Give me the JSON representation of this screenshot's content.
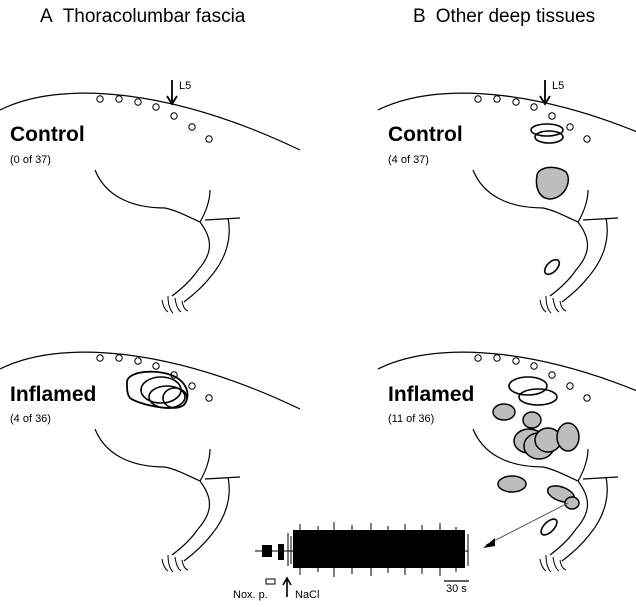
{
  "panels": {
    "a": {
      "letter": "A",
      "title": "Thoracolumbar fascia"
    },
    "b": {
      "letter": "B",
      "title": "Other deep tissues"
    }
  },
  "conditions": {
    "control_label": "Control",
    "inflamed_label": "Inflamed",
    "a_control_count": "(0 of 37)",
    "a_inflamed_count": "(4 of 36)",
    "b_control_count": "(4 of 37)",
    "b_inflamed_count": "(11 of 36)"
  },
  "markers": {
    "l5": "L5"
  },
  "trace": {
    "stimulus_label": "Nox. p.",
    "injection_label": "NaCl",
    "scale_label": "30 s"
  },
  "colors": {
    "ink": "#000000",
    "fill_gray": "#bdbdbd"
  }
}
